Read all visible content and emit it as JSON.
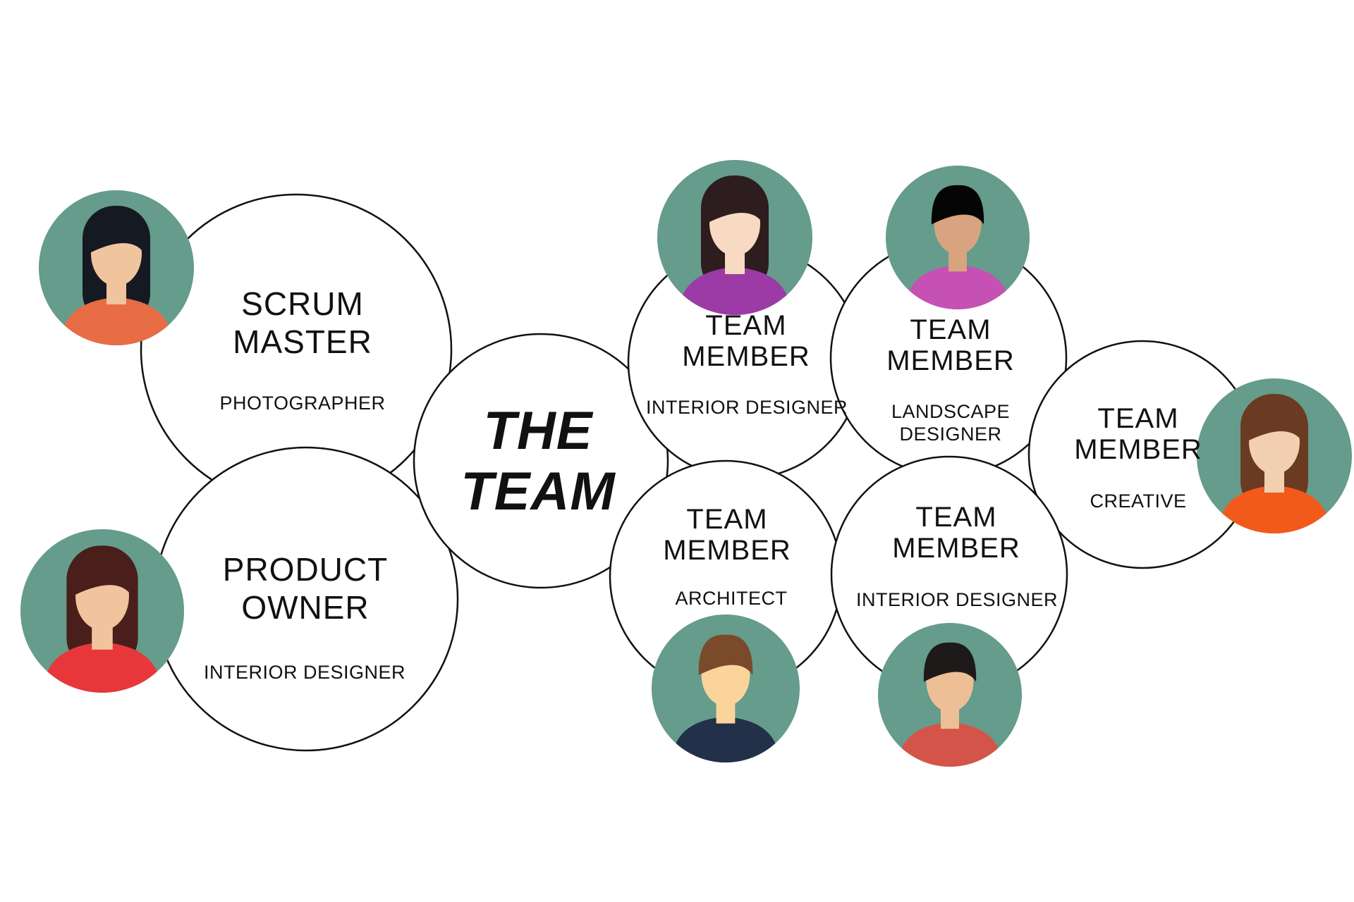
{
  "center": {
    "line1": "THE",
    "line2": "TEAM"
  },
  "roles": [
    {
      "id": "scrum-master",
      "title1": "SCRUM",
      "title2": "MASTER",
      "subtitle": "PHOTOGRAPHER"
    },
    {
      "id": "product-owner",
      "title1": "PRODUCT",
      "title2": "OWNER",
      "subtitle": "INTERIOR DESIGNER"
    },
    {
      "id": "team-member-1",
      "title1": "TEAM",
      "title2": "MEMBER",
      "subtitle": "INTERIOR DESIGNER"
    },
    {
      "id": "team-member-2",
      "title1": "TEAM",
      "title2": "MEMBER",
      "subtitle": "LANDSCAPE",
      "subtitle2": "DESIGNER"
    },
    {
      "id": "team-member-3",
      "title1": "TEAM",
      "title2": "MEMBER",
      "subtitle": "CREATIVE"
    },
    {
      "id": "team-member-4",
      "title1": "TEAM",
      "title2": "MEMBER",
      "subtitle": "ARCHITECT"
    },
    {
      "id": "team-member-5",
      "title1": "TEAM",
      "title2": "MEMBER",
      "subtitle": "INTERIOR DESIGNER"
    }
  ],
  "colors": {
    "avatar_bg": "#659c8c",
    "stroke": "#111111"
  }
}
